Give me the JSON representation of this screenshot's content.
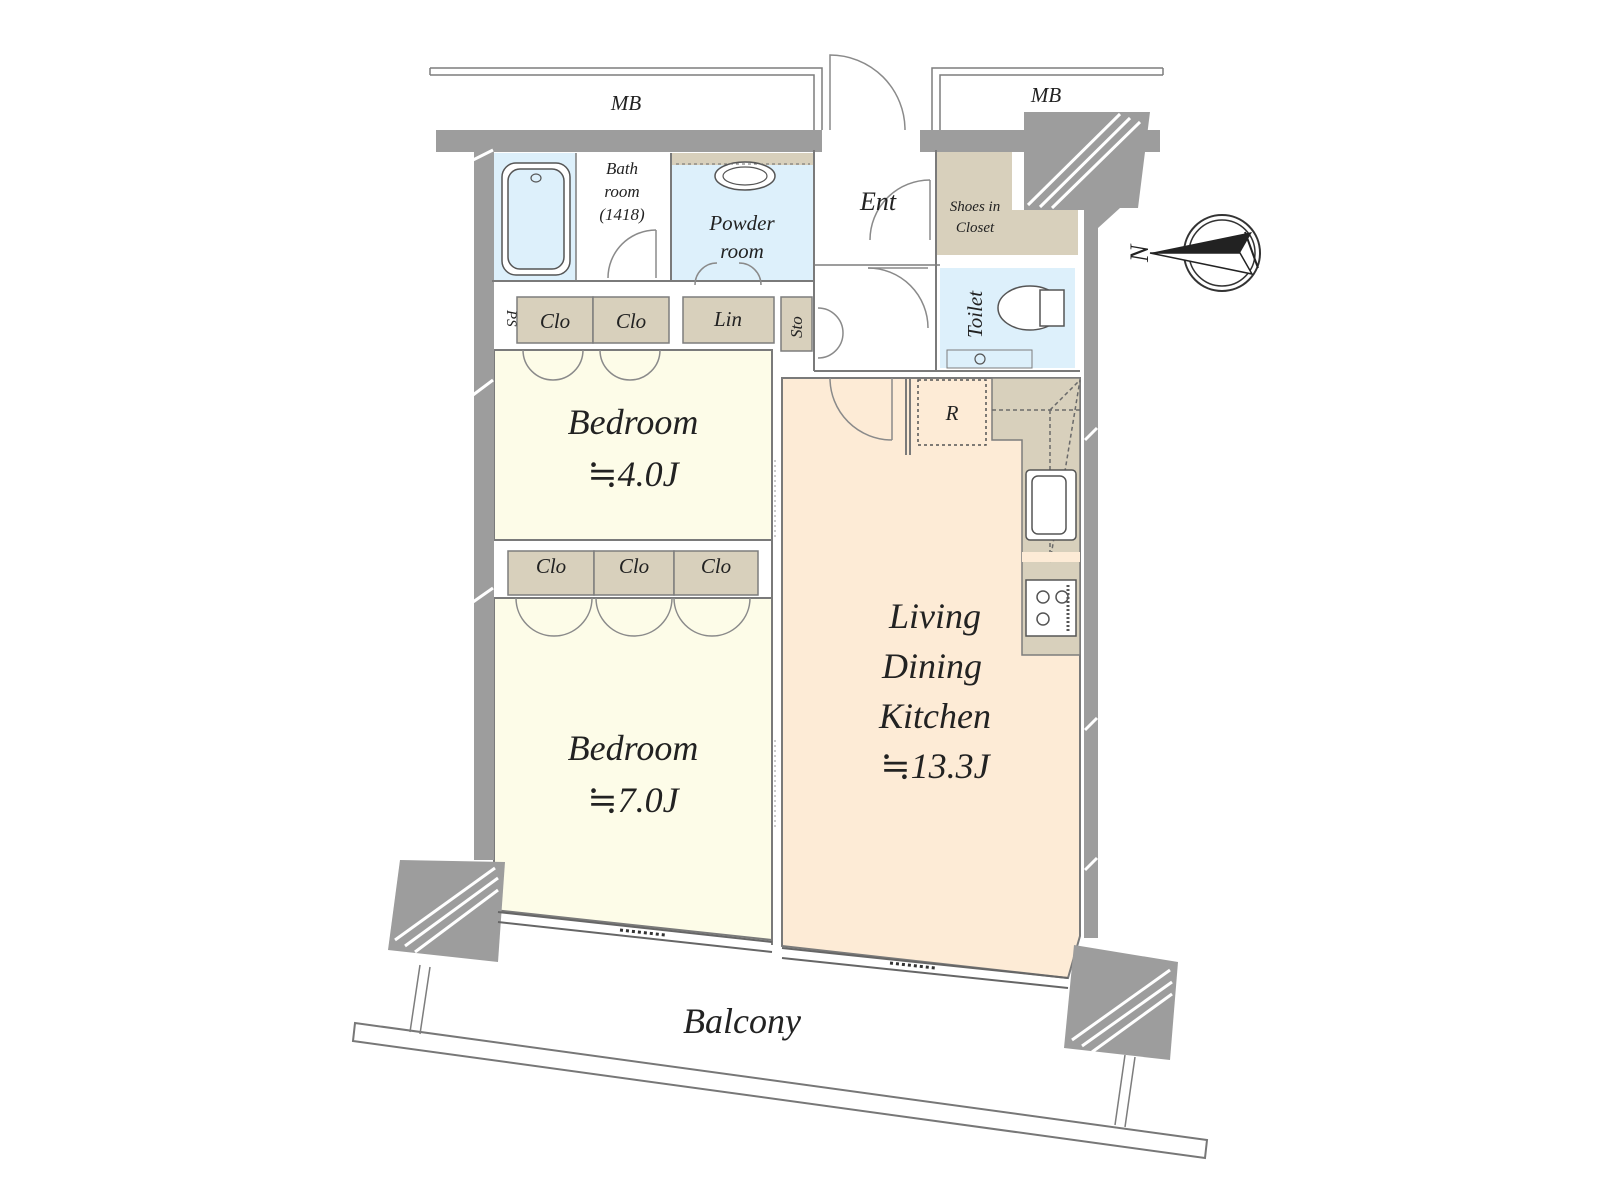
{
  "labels": {
    "mb_left": "MB",
    "mb_right": "MB",
    "bath_line1": "Bath",
    "bath_line2": "room",
    "bath_line3": "(1418)",
    "powder_line1": "Powder",
    "powder_line2": "room",
    "entrance": "Ent",
    "shoes_line1": "Shoes in",
    "shoes_line2": "Closet",
    "ps": "PS",
    "clo": "Clo",
    "lin": "Lin",
    "sto": "Sto",
    "toilet": "Toilet",
    "refrigerator": "R",
    "bedroom1_name": "Bedroom",
    "bedroom1_size": "≒4.0J",
    "bedroom2_name": "Bedroom",
    "bedroom2_size": "≒7.0J",
    "ldk_line1": "Living",
    "ldk_line2": "Dining",
    "ldk_line3": "Kitchen",
    "ldk_size": "≒13.3J",
    "balcony": "Balcony",
    "north": "N"
  },
  "colors": {
    "wall": "#9d9d9d",
    "bedroom": "#fdfce8",
    "ldk": "#fdebd6",
    "wet_area": "#ddf0fb",
    "storage": "#d8d0bc",
    "floor_plain": "#ffffff"
  }
}
